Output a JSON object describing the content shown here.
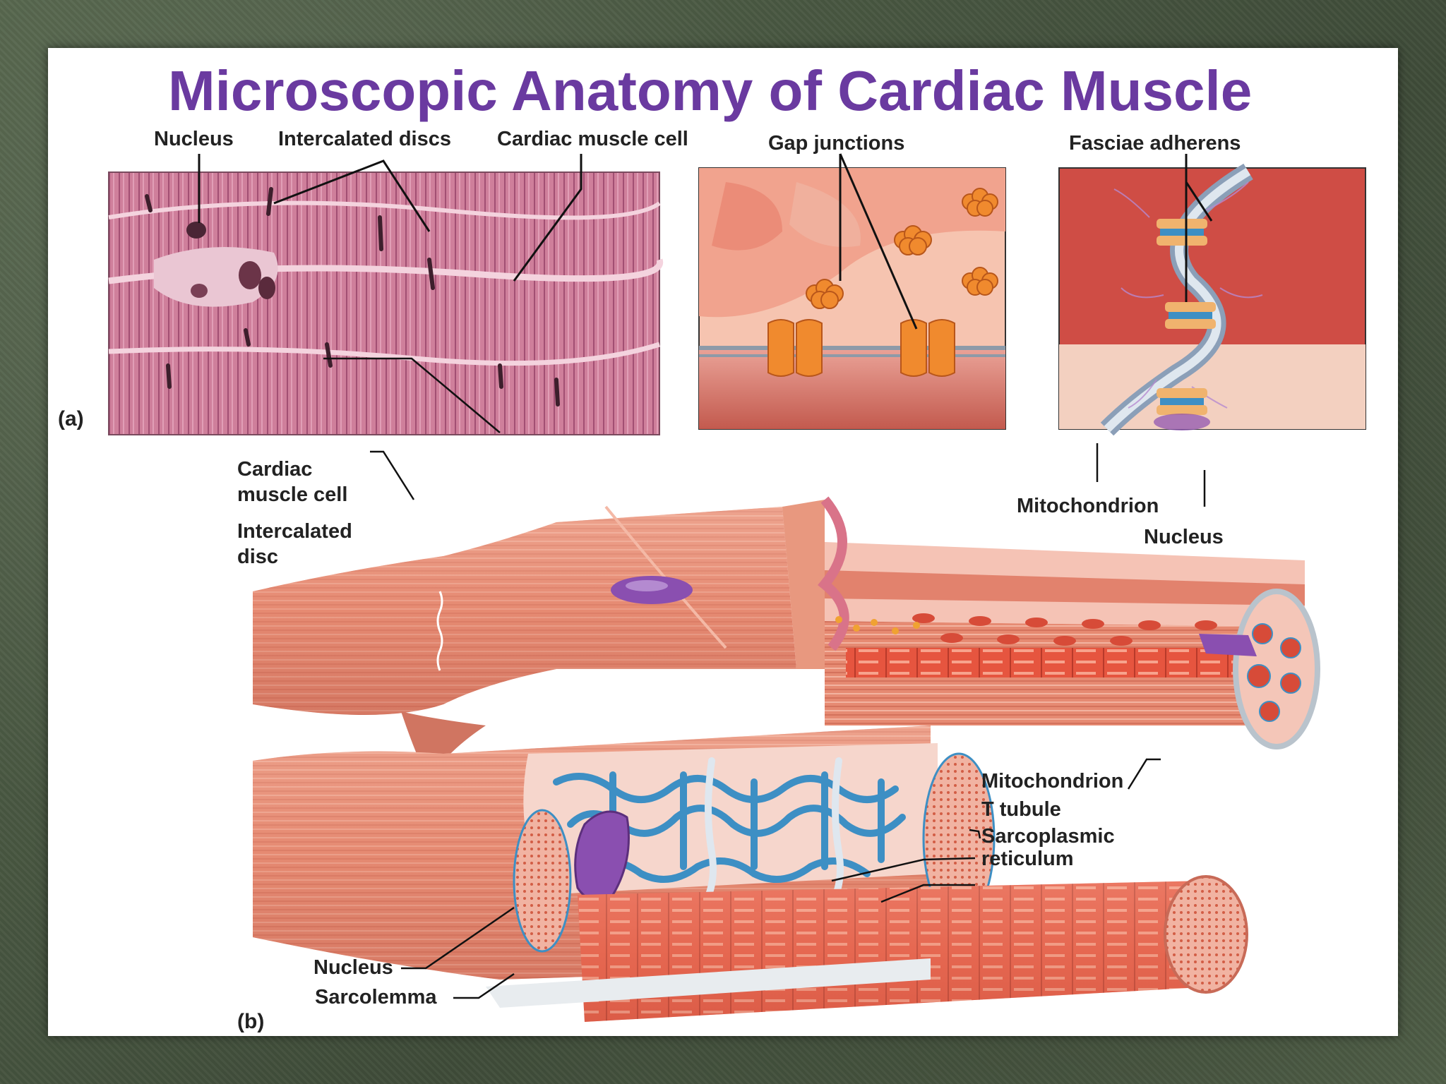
{
  "title": "Microscopic Anatomy of Cardiac Muscle",
  "panel_a": {
    "tag": "(a)",
    "labels": {
      "nucleus": "Nucleus",
      "intercalated_discs": "Intercalated discs",
      "cardiac_muscle_cell": "Cardiac muscle cell",
      "gap_junctions": "Gap junctions",
      "fasciae_adherens": "Fasciae adherens"
    }
  },
  "panel_b": {
    "tag": "(b)",
    "labels": {
      "cardiac_muscle_cell_1": "Cardiac",
      "cardiac_muscle_cell_2": "muscle cell",
      "intercalated_disc_1": "Intercalated",
      "intercalated_disc_2": "disc",
      "mitochondrion_top": "Mitochondrion",
      "nucleus_top": "Nucleus",
      "mitochondrion_bottom": "Mitochondrion",
      "t_tubule": "T tubule",
      "sarcoplasmic_1": "Sarcoplasmic",
      "sarcoplasmic_2": "reticulum",
      "nucleus_bottom": "Nucleus",
      "sarcolemma": "Sarcolemma"
    }
  },
  "colors": {
    "title": "#6a3aa0",
    "muscle": "#e58a72",
    "histology": "#c56e8e",
    "gap_junction_protein": "#f08a2e",
    "sarcoplasmic_reticulum": "#3d8fc4",
    "nucleus": "#8a4fb0"
  }
}
